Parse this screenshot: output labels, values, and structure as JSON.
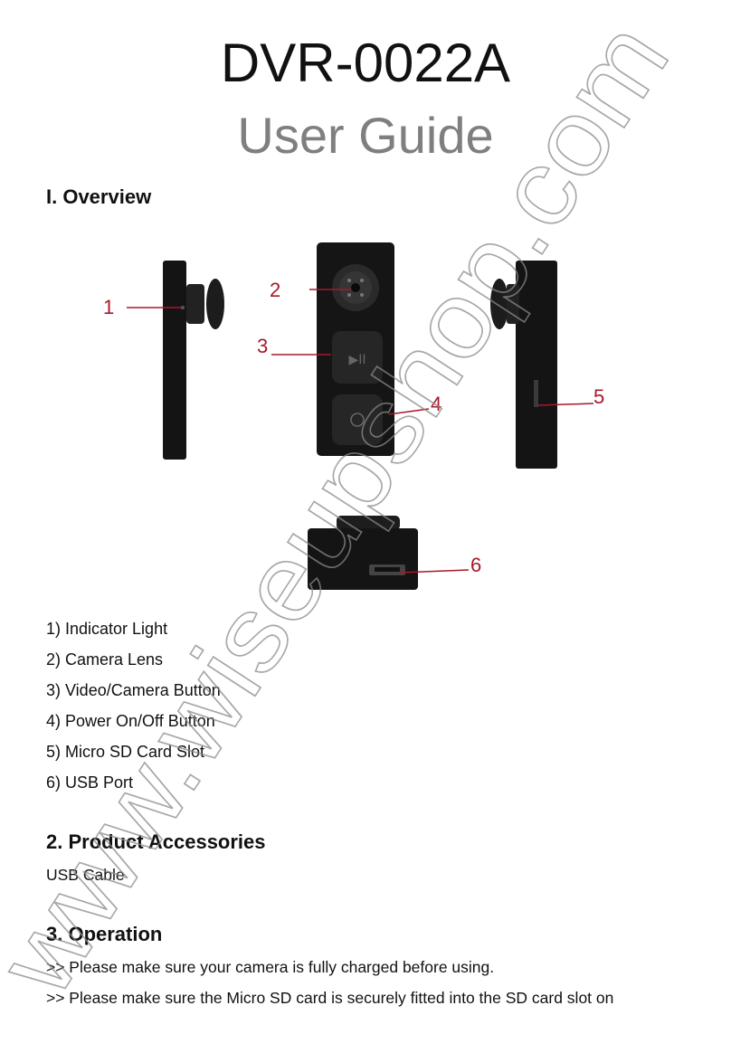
{
  "header": {
    "model": "DVR-0022A",
    "subtitle": "User Guide"
  },
  "sections": {
    "overview": {
      "heading": "I. Overview",
      "callouts": [
        "1",
        "2",
        "3",
        "4",
        "5",
        "6"
      ],
      "parts": [
        "1) Indicator Light",
        "2) Camera Lens",
        "3) Video/Camera Button",
        "4) Power On/Off Button",
        "5) Micro SD Card Slot",
        "6) USB Port"
      ]
    },
    "accessories": {
      "heading": "2. Product Accessories",
      "items": [
        "USB Cable"
      ]
    },
    "operation": {
      "heading": "3. Operation",
      "lines": [
        ">> Please make sure your camera is fully charged before using.",
        ">> Please make sure the Micro SD card is securely fitted into the SD card slot on"
      ]
    }
  },
  "watermark": {
    "text": "www.wiseupshop.com"
  },
  "colors": {
    "callout": "#a8182a",
    "subtitle": "#7f7f7f"
  }
}
